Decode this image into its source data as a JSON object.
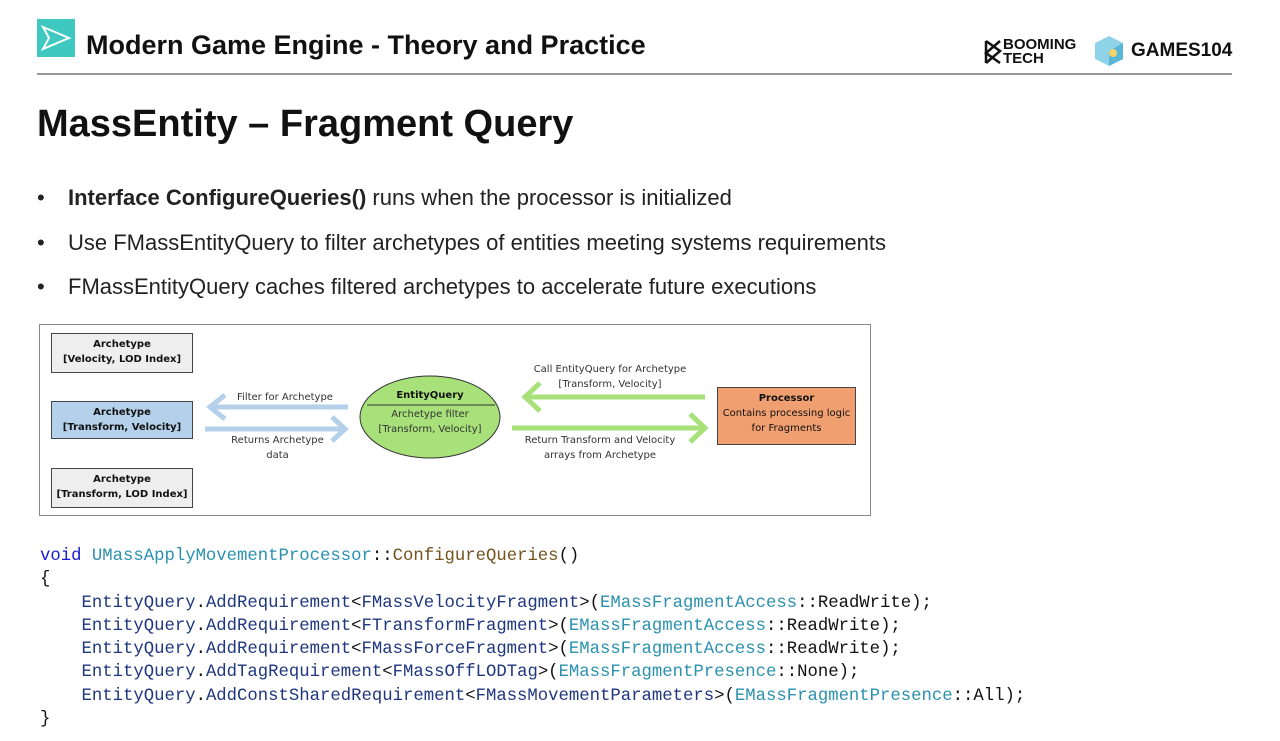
{
  "header": {
    "title": "Modern Game Engine - Theory and Practice",
    "brand1_line1": "BOOMING",
    "brand1_line2": "TECH",
    "brand2": "GAMES104"
  },
  "slide": {
    "title": "MassEntity – Fragment Query",
    "bullets": [
      {
        "bold": "Interface ConfigureQueries()",
        "text": " runs when the processor is initialized"
      },
      {
        "bold": "",
        "text": "Use FMassEntityQuery to filter archetypes of entities meeting systems requirements"
      },
      {
        "bold": "",
        "text": "FMassEntityQuery caches filtered archetypes to accelerate future executions"
      }
    ]
  },
  "diagram": {
    "archetypes": [
      {
        "title": "Archetype",
        "fields": "[Velocity, LOD Index]"
      },
      {
        "title": "Archetype",
        "fields": "[Transform, Velocity]"
      },
      {
        "title": "Archetype",
        "fields": "[Transform, LOD Index]"
      }
    ],
    "filter_label": "Filter for Archetype",
    "returns_label_1": "Returns Archetype",
    "returns_label_2": "data",
    "entity_query": {
      "title": "EntityQuery",
      "line1": "Archetype filter",
      "line2": "[Transform, Velocity]"
    },
    "call_label_1": "Call EntityQuery for Archetype",
    "call_label_2": "[Transform, Velocity]",
    "return_label_1": "Return Transform and Velocity",
    "return_label_2": "arrays from Archetype",
    "processor": {
      "title": "Processor",
      "line1": "Contains processing logic",
      "line2": "for Fragments"
    },
    "colors": {
      "blue": "#b4d0ea",
      "green": "#a8e07a",
      "orange": "#f0a070"
    }
  },
  "code": {
    "l0a": "void",
    "l0b": "UMassApplyMovementProcessor",
    "l0c": "::",
    "l0d": "ConfigureQueries",
    "l0e": "()",
    "open": "{",
    "close": "}",
    "lines": [
      {
        "fn": "AddRequirement",
        "type": "FMassVelocityFragment",
        "enum": "EMassFragmentAccess",
        "val": "ReadWrite"
      },
      {
        "fn": "AddRequirement",
        "type": "FTransformFragment",
        "enum": "EMassFragmentAccess",
        "val": "ReadWrite"
      },
      {
        "fn": "AddRequirement",
        "type": "FMassForceFragment",
        "enum": "EMassFragmentAccess",
        "val": "ReadWrite"
      },
      {
        "fn": "AddTagRequirement",
        "type": "FMassOffLODTag",
        "enum": "EMassFragmentPresence",
        "val": "None"
      },
      {
        "fn": "AddConstSharedRequirement",
        "type": "FMassMovementParameters",
        "enum": "EMassFragmentPresence",
        "val": "All"
      }
    ],
    "obj": "EntityQuery"
  }
}
